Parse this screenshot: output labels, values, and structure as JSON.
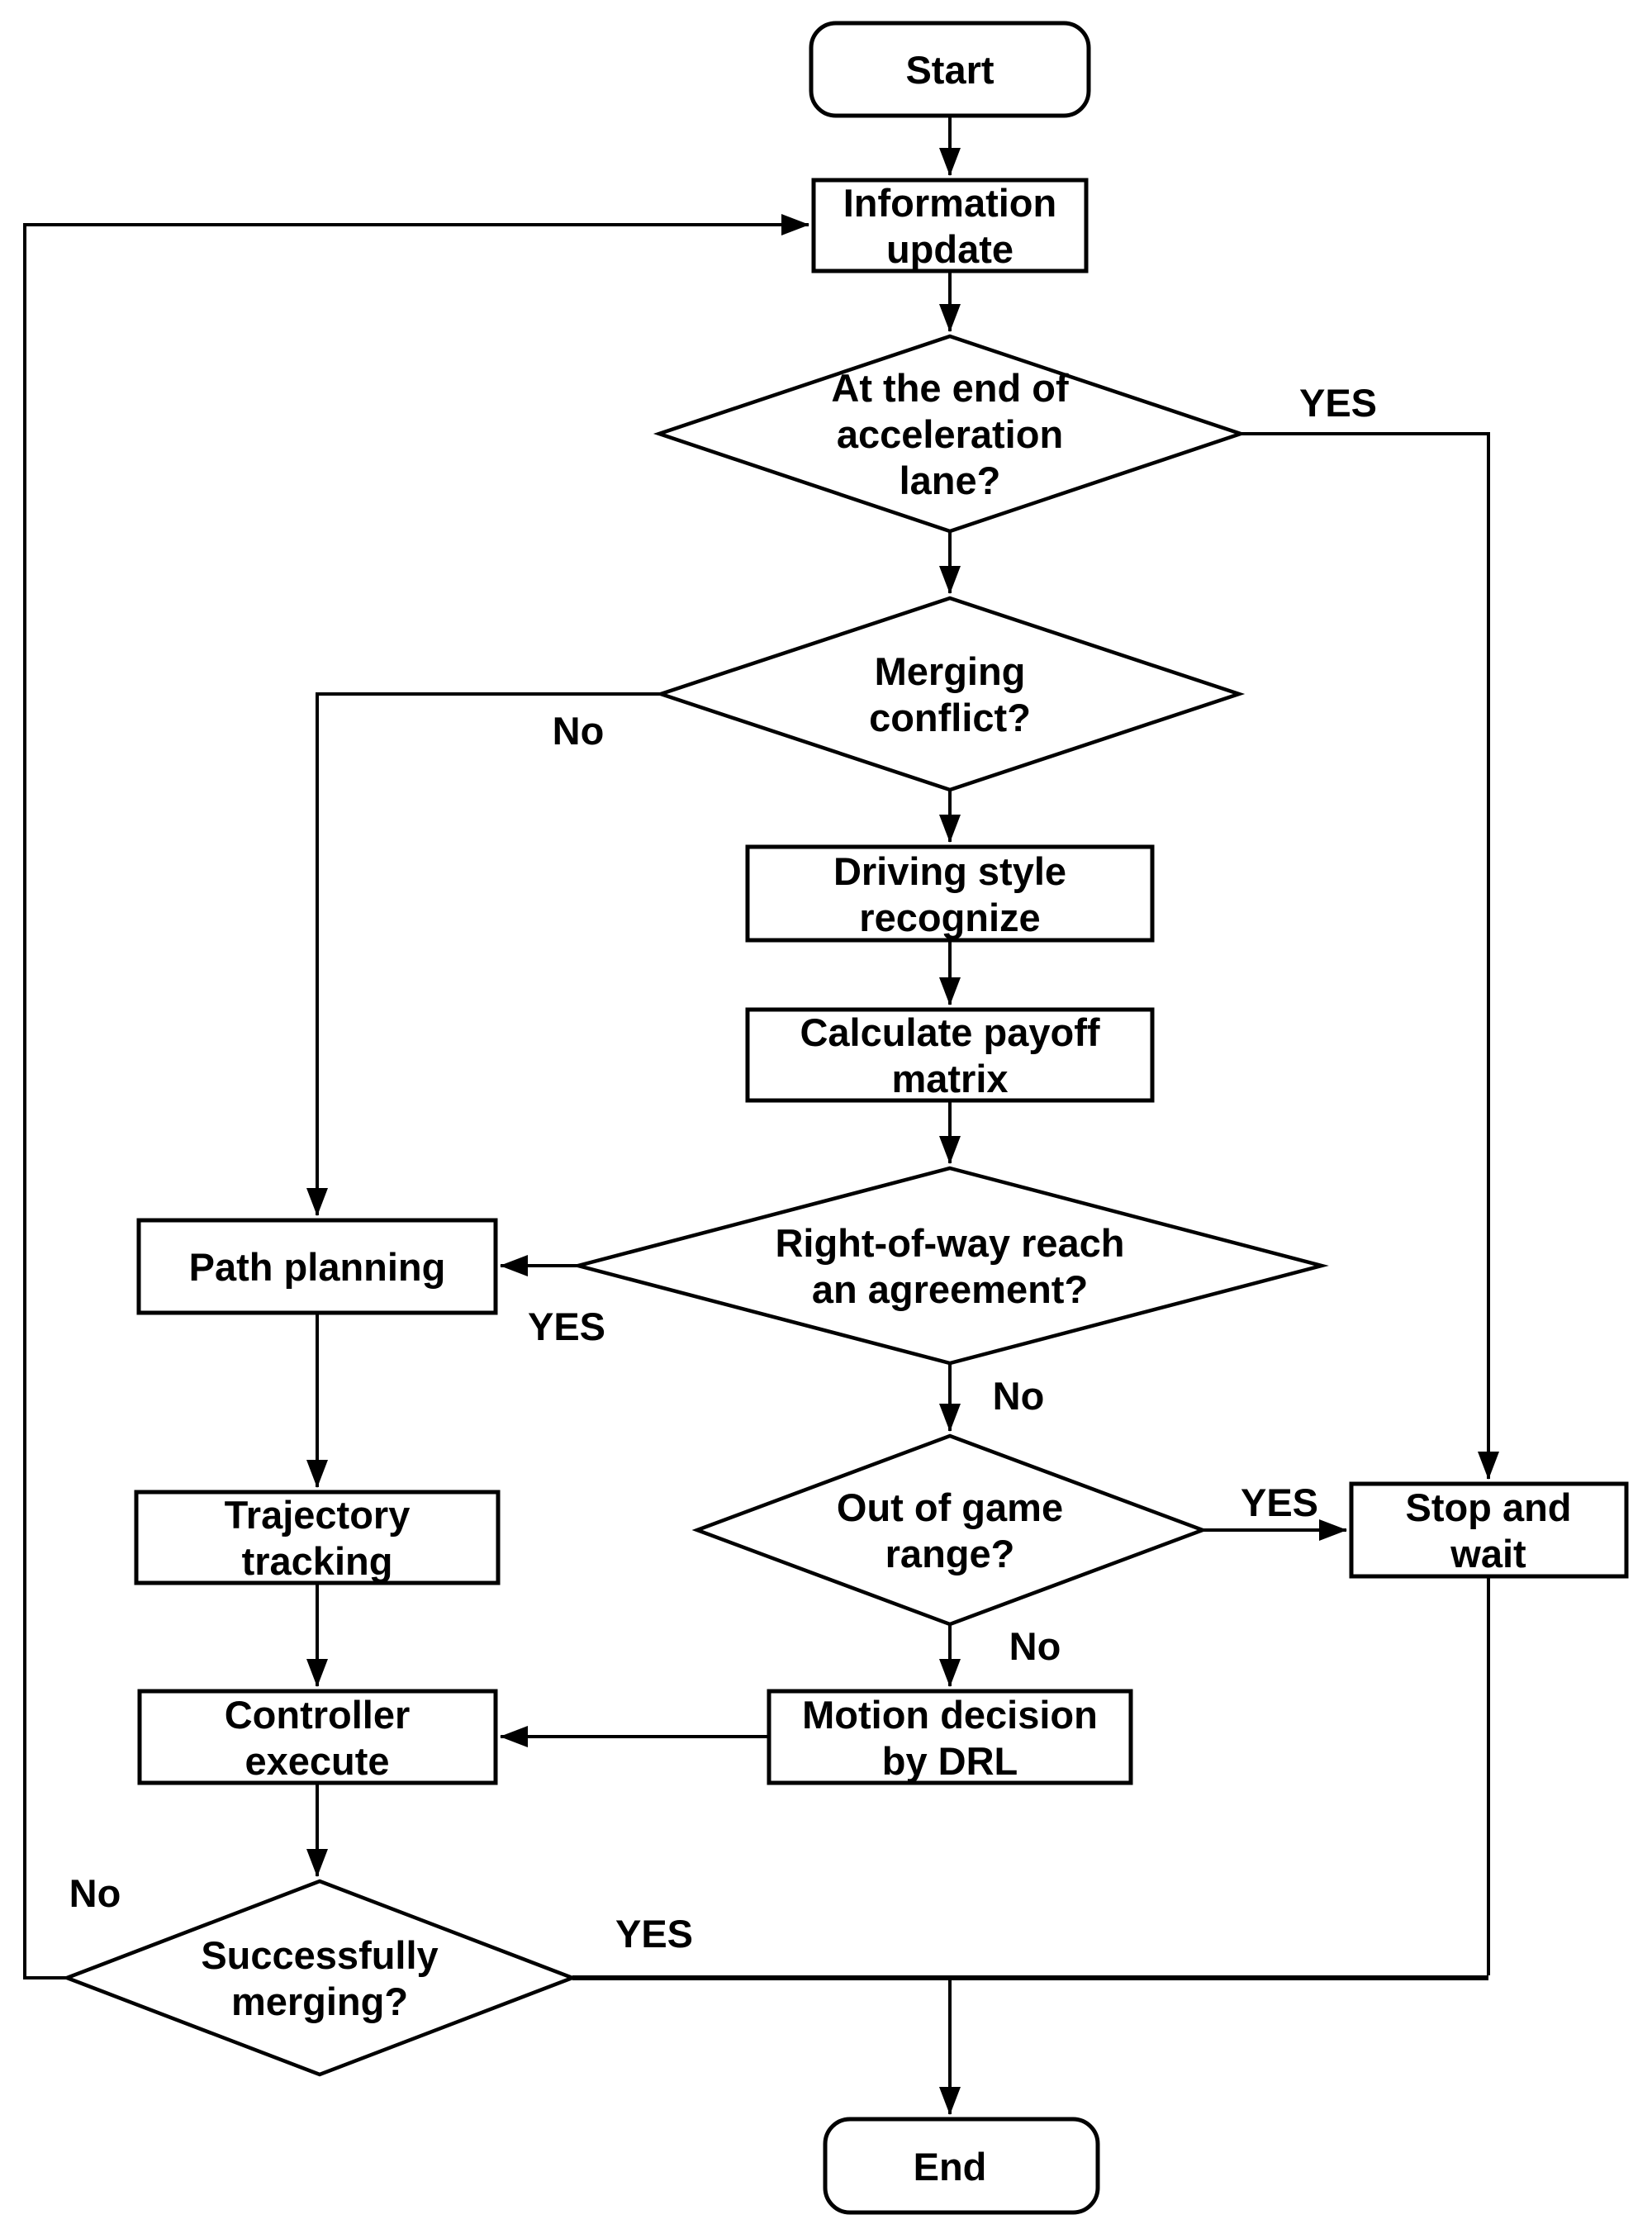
{
  "diagram": {
    "background_color": "#ffffff",
    "line_color": "#000000",
    "text_color": "#000000",
    "nodes": {
      "start": {
        "type": "terminator",
        "lines": [
          "Start"
        ]
      },
      "information_update": {
        "type": "process",
        "lines": [
          "Information",
          "update"
        ]
      },
      "end_of_acceleration_lane": {
        "type": "decision",
        "lines": [
          "At the end of",
          "acceleration",
          "lane?"
        ]
      },
      "merging_conflict": {
        "type": "decision",
        "lines": [
          "Merging",
          "conflict?"
        ]
      },
      "driving_style_recognize": {
        "type": "process",
        "lines": [
          "Driving style",
          "recognize"
        ]
      },
      "calculate_payoff_matrix": {
        "type": "process",
        "lines": [
          "Calculate payoff",
          "matrix"
        ]
      },
      "right_of_way_agreement": {
        "type": "decision",
        "lines": [
          "Right-of-way reach",
          "an agreement?"
        ]
      },
      "path_planning": {
        "type": "process",
        "lines": [
          "Path planning"
        ]
      },
      "trajectory_tracking": {
        "type": "process",
        "lines": [
          "Trajectory",
          "tracking"
        ]
      },
      "out_of_game_range": {
        "type": "decision",
        "lines": [
          "Out of game",
          "range?"
        ]
      },
      "stop_and_wait": {
        "type": "process",
        "lines": [
          "Stop and",
          "wait"
        ]
      },
      "motion_decision_by_drl": {
        "type": "process",
        "lines": [
          "Motion decision",
          "by DRL"
        ]
      },
      "controller_execute": {
        "type": "process",
        "lines": [
          "Controller",
          "execute"
        ]
      },
      "successfully_merging": {
        "type": "decision",
        "lines": [
          "Successfully",
          "merging?"
        ]
      },
      "end": {
        "type": "terminator",
        "lines": [
          "End"
        ]
      }
    },
    "edge_labels": {
      "accel_lane_yes": "YES",
      "merging_conflict_no": "No",
      "agreement_yes": "YES",
      "agreement_no": "No",
      "game_range_yes": "YES",
      "game_range_no": "No",
      "successfully_merging_no": "No",
      "successfully_merging_yes": "YES"
    }
  }
}
